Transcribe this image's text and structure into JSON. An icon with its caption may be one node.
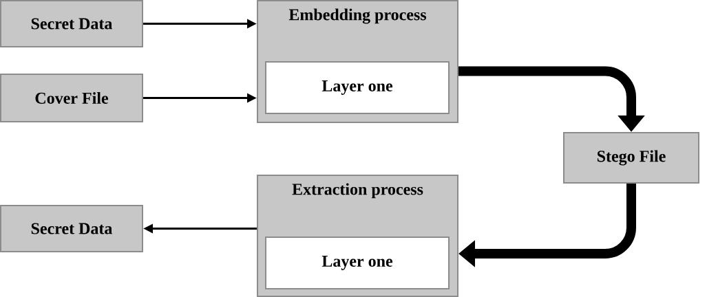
{
  "diagram": {
    "nodes": [
      {
        "text": [
          "Secret Data"
        ]
      },
      {
        "text": [
          "Embedding process"
        ]
      },
      {
        "text": [
          "Layer one"
        ],
        "in": 1
      },
      {
        "text": [
          "Cover File"
        ]
      },
      {
        "text": [
          "Stego File"
        ]
      },
      {
        "text": [
          "Extraction process"
        ]
      },
      {
        "text": [
          "Layer one"
        ],
        "in": 5
      },
      {
        "text": [
          "Secret Data"
        ]
      }
    ],
    "edges": [
      {
        "from": 0,
        "to": 1,
        "arrow": "to"
      },
      {
        "from": 3,
        "to": 1,
        "arrow": "to"
      },
      {
        "from": 1,
        "to": 4,
        "arrow": "to",
        "style": "thick"
      },
      {
        "from": 4,
        "to": 5,
        "arrow": "to",
        "style": "thick"
      },
      {
        "from": 5,
        "to": 7,
        "arrow": "to"
      }
    ]
  }
}
